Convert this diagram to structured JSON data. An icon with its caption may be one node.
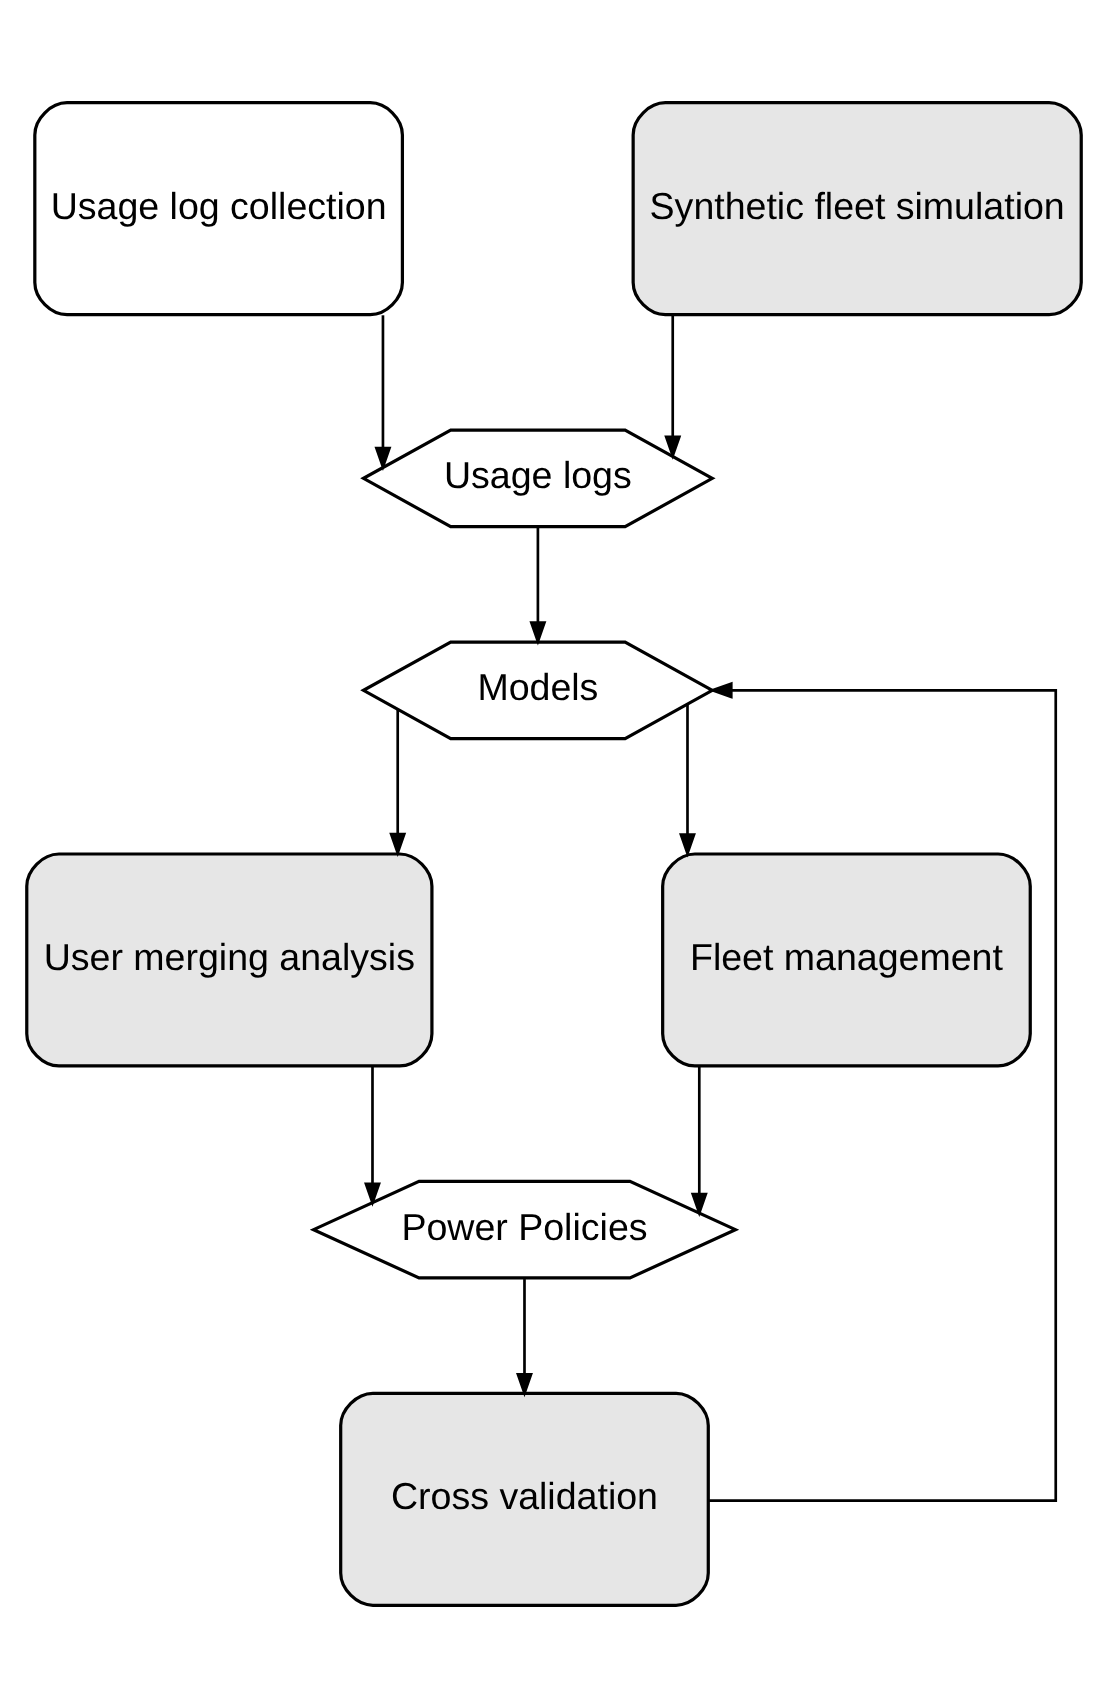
{
  "diagram": {
    "nodes": [
      {
        "text": [
          "Usage log collection"
        ]
      },
      {
        "text": [
          "Synthetic fleet simulation"
        ]
      },
      {
        "text": [
          "Usage logs"
        ]
      },
      {
        "text": [
          "Models"
        ]
      },
      {
        "text": [
          "User merging analysis"
        ]
      },
      {
        "text": [
          "Fleet management"
        ]
      },
      {
        "text": [
          "Power Policies"
        ]
      },
      {
        "text": [
          "Cross validation"
        ]
      }
    ],
    "edges": [
      {
        "from": 0,
        "to": 2,
        "arrow": "to"
      },
      {
        "from": 1,
        "to": 2,
        "arrow": "to"
      },
      {
        "from": 2,
        "to": 3,
        "arrow": "to"
      },
      {
        "from": 3,
        "to": 4,
        "arrow": "to"
      },
      {
        "from": 3,
        "to": 5,
        "arrow": "to"
      },
      {
        "from": 4,
        "to": 6,
        "arrow": "to"
      },
      {
        "from": 5,
        "to": 6,
        "arrow": "to"
      },
      {
        "from": 6,
        "to": 7,
        "arrow": "to"
      },
      {
        "from": 7,
        "to": 3,
        "arrow": "to"
      }
    ]
  }
}
